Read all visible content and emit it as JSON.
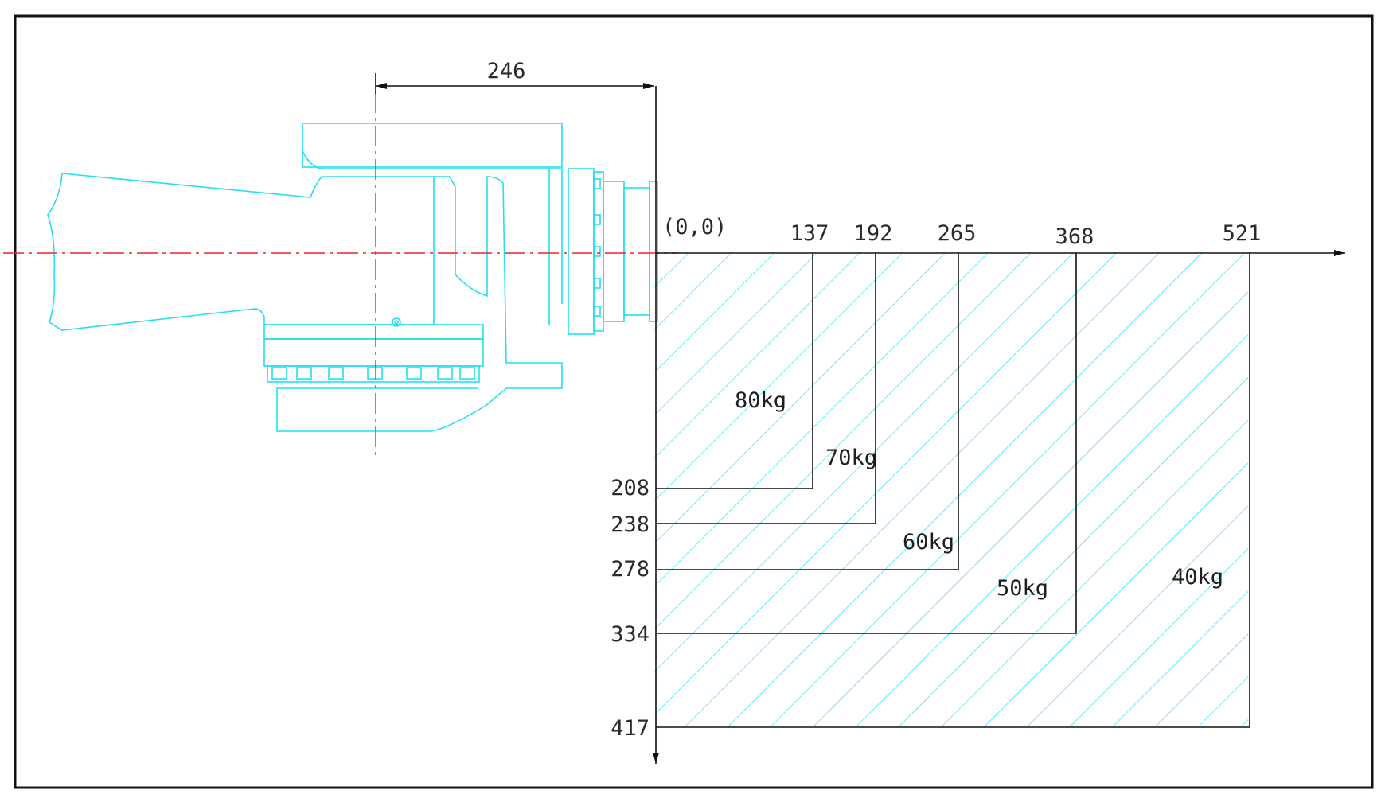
{
  "dimension": {
    "label": "246"
  },
  "origin": {
    "label": "(0,0)"
  },
  "x_ticks": [
    "137",
    "192",
    "265",
    "368",
    "521"
  ],
  "y_ticks": [
    "208",
    "238",
    "278",
    "334",
    "417"
  ],
  "load_zones": [
    {
      "label": "80kg",
      "x_limit": 137,
      "y_limit": 208
    },
    {
      "label": "70kg",
      "x_limit": 192,
      "y_limit": 238
    },
    {
      "label": "60kg",
      "x_limit": 265,
      "y_limit": 278
    },
    {
      "label": "50kg",
      "x_limit": 368,
      "y_limit": 334
    },
    {
      "label": "40kg",
      "x_limit": 521,
      "y_limit": 417
    }
  ],
  "colors": {
    "outline": "#22e0f0",
    "centerline": "#e8262c",
    "lines": "#111111",
    "hatch": "#22e0f0"
  }
}
